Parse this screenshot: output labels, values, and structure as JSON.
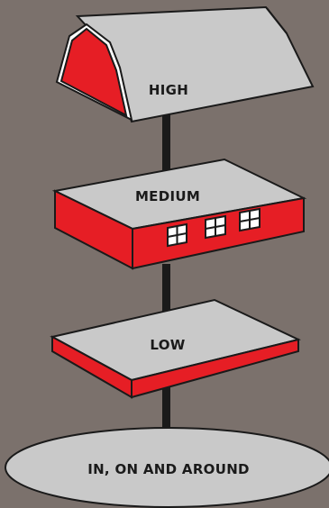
{
  "levels": {
    "high": {
      "label": "HIGH"
    },
    "medium": {
      "label": "MEDIUM"
    },
    "low": {
      "label": "LOW"
    },
    "ground": {
      "label": "IN, ON AND AROUND"
    }
  },
  "colors": {
    "background": "#7b716c",
    "roof_gray": "#c9c9c9",
    "wall_red": "#e61e25",
    "outline": "#1a1a1a",
    "connector": "#1a1a1a",
    "window": "#ffffff"
  },
  "icons": {
    "high": "barn-roof-icon",
    "medium": "building-with-windows-icon",
    "low": "platform-slab-icon",
    "ground": "ground-ellipse-icon"
  }
}
